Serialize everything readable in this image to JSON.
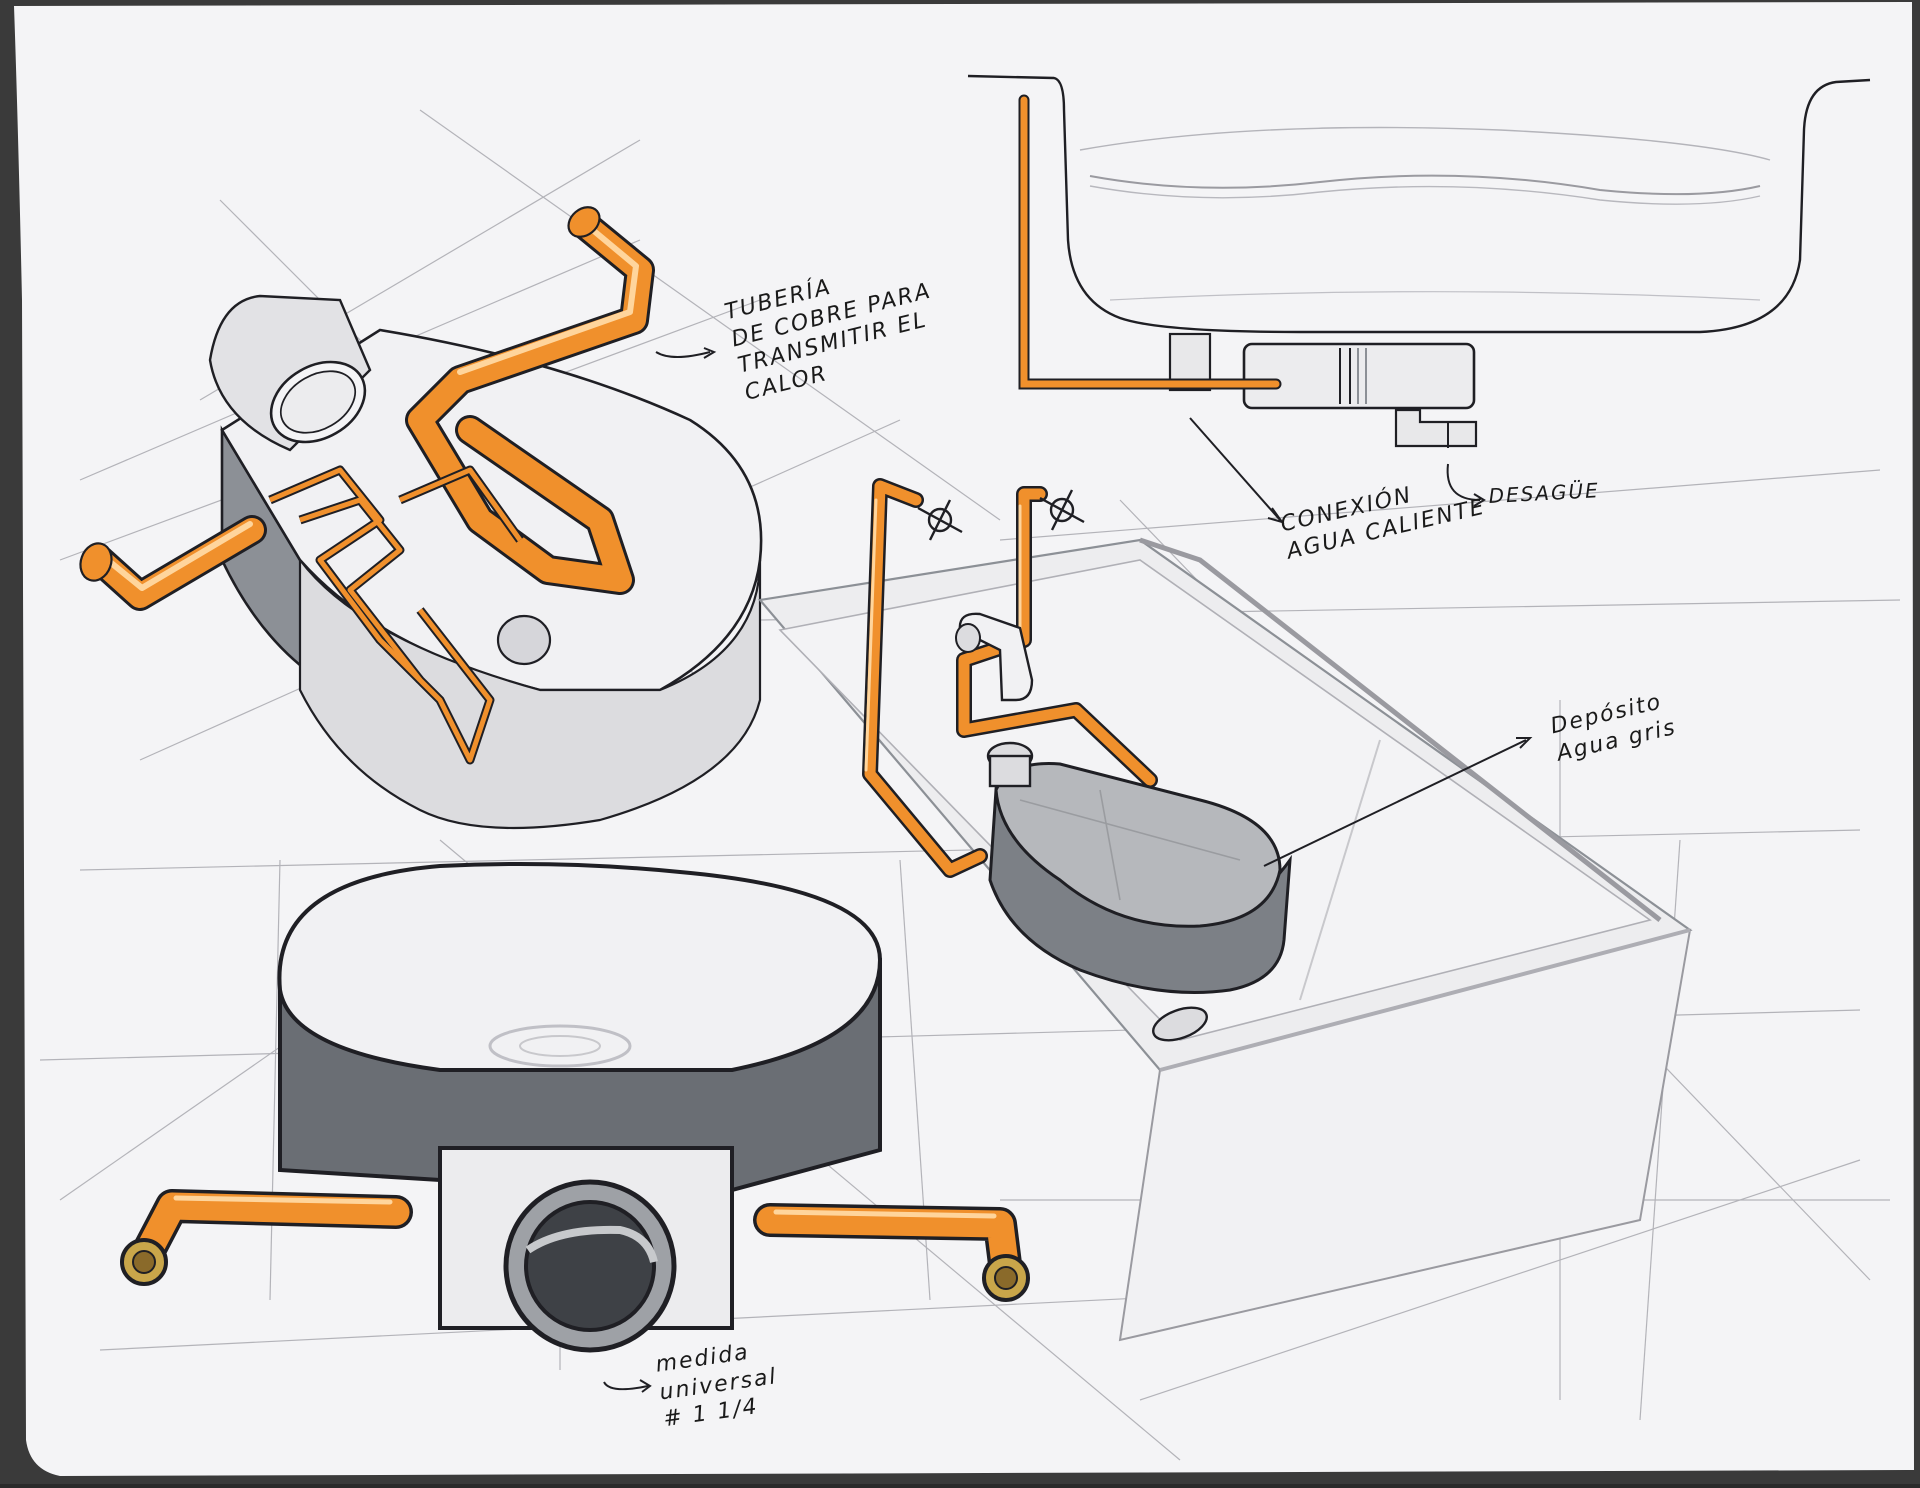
{
  "sketch": {
    "colors": {
      "paper": "#f4f4f6",
      "pencil": "#9a9aa0",
      "ink": "#1f1f24",
      "copper": "#f0902c",
      "copper_highlight": "#ffd59c",
      "shadow_grey": "#8c9096",
      "light_grey": "#c9cacd"
    },
    "annotations": {
      "copper_pipe": "TUBERÍA\nDE COBRE PARA\nTRANSMITIR EL\nCALOR",
      "hot_water_connection": "CONEXIÓN\nAGUA CALIENTE",
      "drain": "DESAGÜE",
      "grey_water_tank": "Depósito\nAgua gris",
      "universal_size": "medida\nuniversal\n# 1 1/4"
    }
  }
}
